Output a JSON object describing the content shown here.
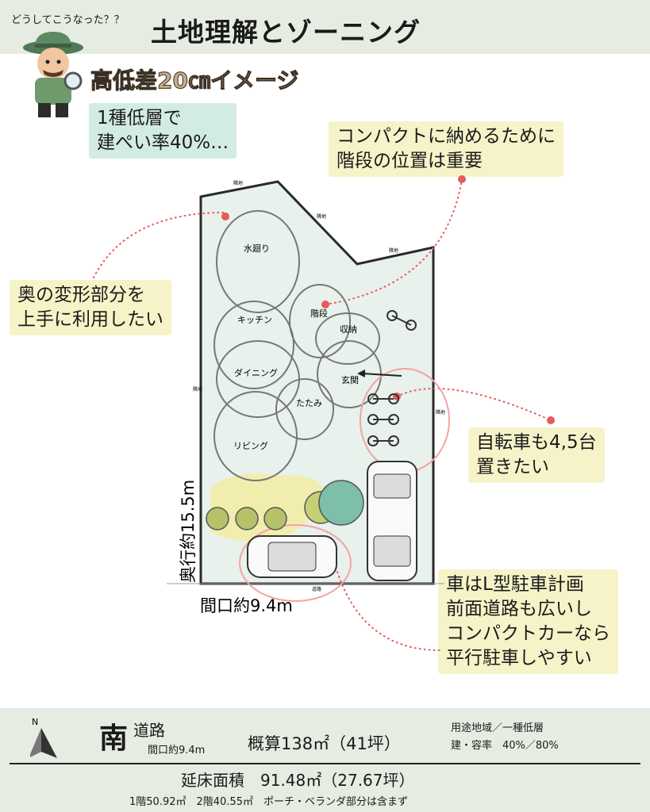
{
  "header": {
    "subtitle": "どうしてこうなった？？",
    "title": "土地理解とゾーニング"
  },
  "heading": "高低差20㎝イメージ",
  "callouts": {
    "zoning": [
      "1種低層で",
      "建ぺい率40%…"
    ],
    "stairs": [
      "コンパクトに納めるために",
      "階段の位置は重要"
    ],
    "irregular": [
      "奥の変形部分を",
      "上手に利用したい"
    ],
    "bikes": [
      "自転車も4,5台",
      "置きたい"
    ],
    "parking": [
      "車はL型駐車計画",
      "前面道路も広いし",
      "コンパクトカーなら",
      "平行駐車しやすい"
    ]
  },
  "rooms": {
    "water": "水廻り",
    "kitchen": "キッチン",
    "stairs": "階段",
    "storage": "収納",
    "dining": "ダイニング",
    "entrance": "玄関",
    "tatami": "たたみ",
    "living": "リビング"
  },
  "dimensions": {
    "depth": "奥行約15.5m",
    "frontage": "間口約9.4m"
  },
  "boundary_labels": {
    "top": "隣地",
    "diagonal": "隣地",
    "right_top": "隣地",
    "left": "隣地",
    "right": "隣地",
    "road": "道路"
  },
  "footer": {
    "north": "N",
    "direction": "南",
    "road": "道路",
    "frontage": "間口約9.4m",
    "area": "概算138㎡（41坪）",
    "zoning_line1": "用途地域／一種低層",
    "zoning_line2": "建・容率　40%／80%",
    "floor_area": "延床面積　91.48㎡（27.67坪）",
    "floors": "1階50.92㎡　2階40.55㎡　ポーチ・ベランダ部分は含まず"
  },
  "colors": {
    "band": "#e6ece2",
    "lot": "#e8f1ec",
    "yellow_callout": "#f6f3c8",
    "teal_callout": "#d3ece3",
    "marker": "#e85a5a"
  },
  "icons": [
    "detective-character-icon",
    "north-arrow-icon",
    "bicycle-icon",
    "car-icon",
    "tree-icon",
    "shrub-icon"
  ]
}
